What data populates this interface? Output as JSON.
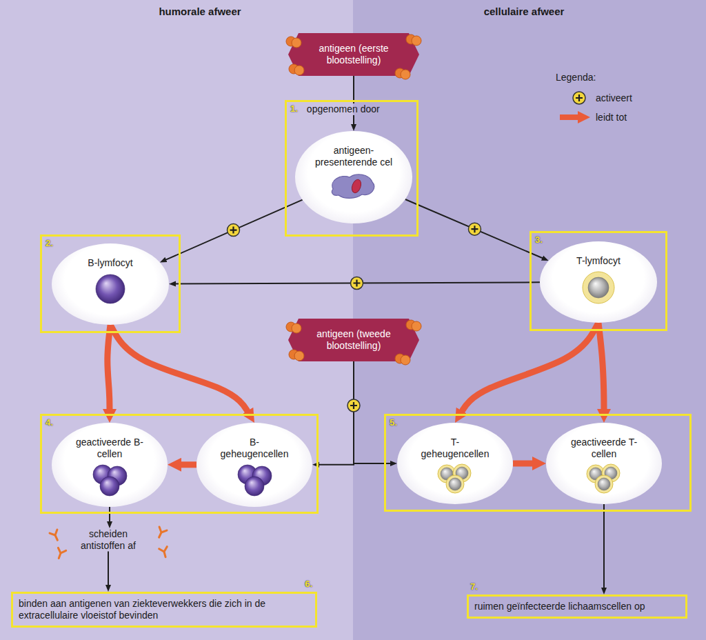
{
  "diagram": {
    "nodes": [
      {
        "text": [
          "antigeen (eerste blootstelling)"
        ]
      },
      {
        "text": [
          "1.",
          "opgenomen door"
        ]
      },
      {
        "text": [
          "antigeen- presenterende cel"
        ],
        "in": 1
      },
      {
        "text": [
          "2."
        ]
      },
      {
        "text": [
          "B-lymfocyt"
        ],
        "in": 3
      },
      {
        "text": [
          "3."
        ]
      },
      {
        "text": [
          "T-lymfocyt"
        ],
        "in": 5
      },
      {
        "text": [
          "antigeen (tweede blootstelling)"
        ]
      },
      {
        "text": [
          "4."
        ]
      },
      {
        "text": [
          "geactiveerde B-cellen"
        ],
        "in": 8
      },
      {
        "text": [
          "B- geheugencellen"
        ],
        "in": 8
      },
      {
        "text": [
          "5."
        ]
      },
      {
        "text": [
          "T- geheugencellen"
        ],
        "in": 11
      },
      {
        "text": [
          "geactiveerde T-cellen"
        ],
        "in": 11
      },
      {
        "text": [
          "scheiden antistoffen af"
        ]
      },
      {
        "text": [
          "6.",
          "binden aan antigenen van ziekteverwekkers die zich in de extracellulaire vloeistof bevinden"
        ]
      },
      {
        "text": [
          "7.",
          "ruimen geïnfecteerde lichaamscellen op"
        ]
      }
    ],
    "edges": [
      {
        "from": 0,
        "to": 2,
        "arrow": "to"
      },
      {
        "from": 2,
        "to": 4,
        "arrow": "to"
      },
      {
        "from": 2,
        "to": 6,
        "arrow": "to"
      },
      {
        "from": 6,
        "to": 4,
        "arrow": "to"
      },
      {
        "from": 4,
        "to": 9,
        "arrow": "to"
      },
      {
        "from": 4,
        "to": 10,
        "arrow": "to"
      },
      {
        "from": 6,
        "to": 12,
        "arrow": "to"
      },
      {
        "from": 6,
        "to": 13,
        "arrow": "to"
      },
      {
        "from": 7,
        "to": 10,
        "arrow": "to"
      },
      {
        "from": 7,
        "to": 12,
        "arrow": "to"
      },
      {
        "from": 10,
        "to": 9,
        "arrow": "to"
      },
      {
        "from": 12,
        "to": 13,
        "arrow": "to"
      },
      {
        "from": 9,
        "to": 14,
        "arrow": "to"
      },
      {
        "from": 14,
        "to": 15,
        "arrow": "to"
      },
      {
        "from": 13,
        "to": 16,
        "arrow": "to"
      }
    ],
    "labels": [
      "humorale afweer",
      "cellulaire afweer",
      "Legenda:"
    ],
    "legend": [
      {
        "text": "activeert"
      },
      {
        "text": "leidt tot"
      }
    ]
  }
}
